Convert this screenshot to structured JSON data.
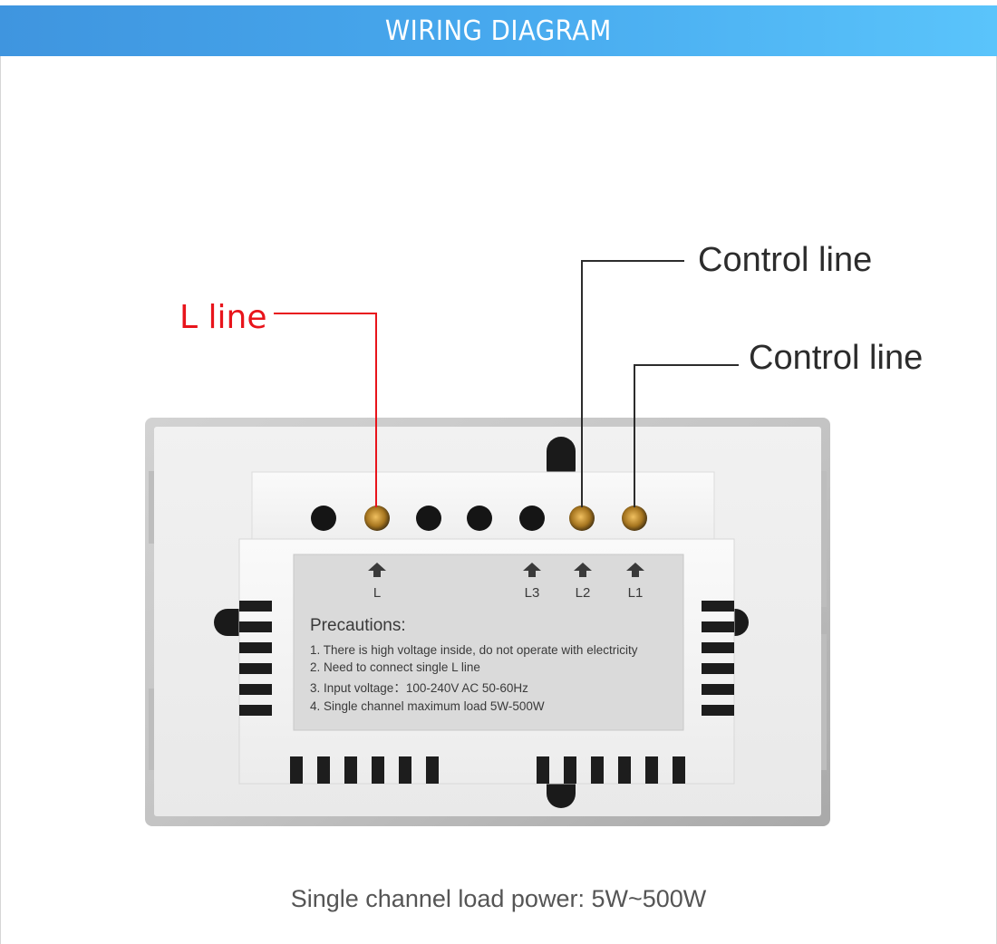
{
  "header": {
    "title": "WIRING DIAGRAM"
  },
  "callouts": {
    "l_line": "L line",
    "control_line_1": "Control line",
    "control_line_2": "Control line"
  },
  "terminals": {
    "l": "L",
    "l3": "L3",
    "l2": "L2",
    "l1": "L1"
  },
  "label_panel": {
    "title": "Precautions:",
    "items": [
      "1. There is high voltage inside, do not operate with electricity",
      "2. Need to connect single L line",
      "3. Input voltage：100-240V AC 50-60Hz",
      "4. Single channel maximum load 5W-500W"
    ]
  },
  "caption": "Single channel load power: 5W~500W",
  "colors": {
    "banner_start": "#3f95df",
    "banner_end": "#5ac4fb",
    "l_line": "#e8141b",
    "control_line": "#2c2c2c"
  }
}
